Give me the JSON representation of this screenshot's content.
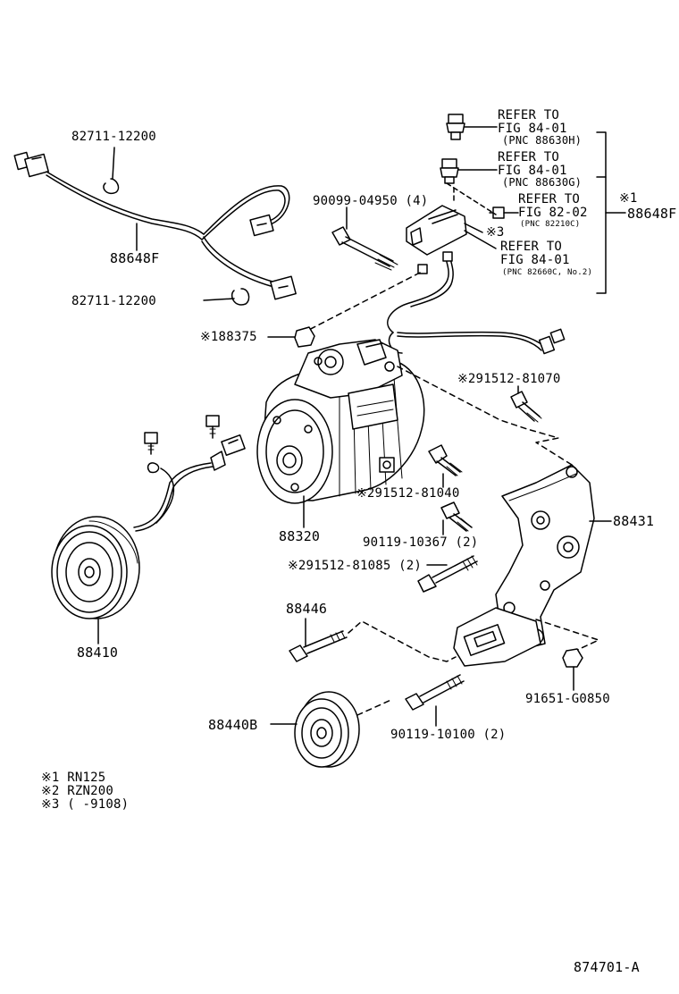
{
  "parts": {
    "p82711_top": "82711-12200",
    "p88648F_left": "88648F",
    "p82711_bottom": "82711-12200",
    "p90099": "90099-04950 (4)",
    "p188375": "※188375",
    "p88320": "88320",
    "p291512_81070": "※291512-81070",
    "p291512_81040": "※291512-81040",
    "p90119_10367": "90119-10367 (2)",
    "p291512_81085": "※291512-81085 (2)",
    "p88431": "88431",
    "p88446": "88446",
    "p88410": "88410",
    "p88440B": "88440B",
    "p90119_10100": "90119-10100 (2)",
    "p91651": "91651-G0850",
    "p88648F_right": "88648F",
    "mark1_right": "※1"
  },
  "refs": {
    "r1_line1": "REFER TO",
    "r1_line2": "FIG 84-01",
    "r1_line3": "(PNC 88630H)",
    "r2_line1": "REFER TO",
    "r2_line2": "FIG 84-01",
    "r2_line3": "(PNC 88630G)",
    "r3_line1": "REFER TO",
    "r3_line2": "FIG 82-02",
    "r3_line3": "(PNC 82210C)",
    "r3_mark": "※3",
    "r4_line1": "REFER TO",
    "r4_line2": "FIG 84-01",
    "r4_line3": "(PNC 82660C, No.2)"
  },
  "notes": [
    "※1 RN125",
    "※2 RZN200",
    "※3 (      -9108)"
  ],
  "figure_id": "874701-A"
}
